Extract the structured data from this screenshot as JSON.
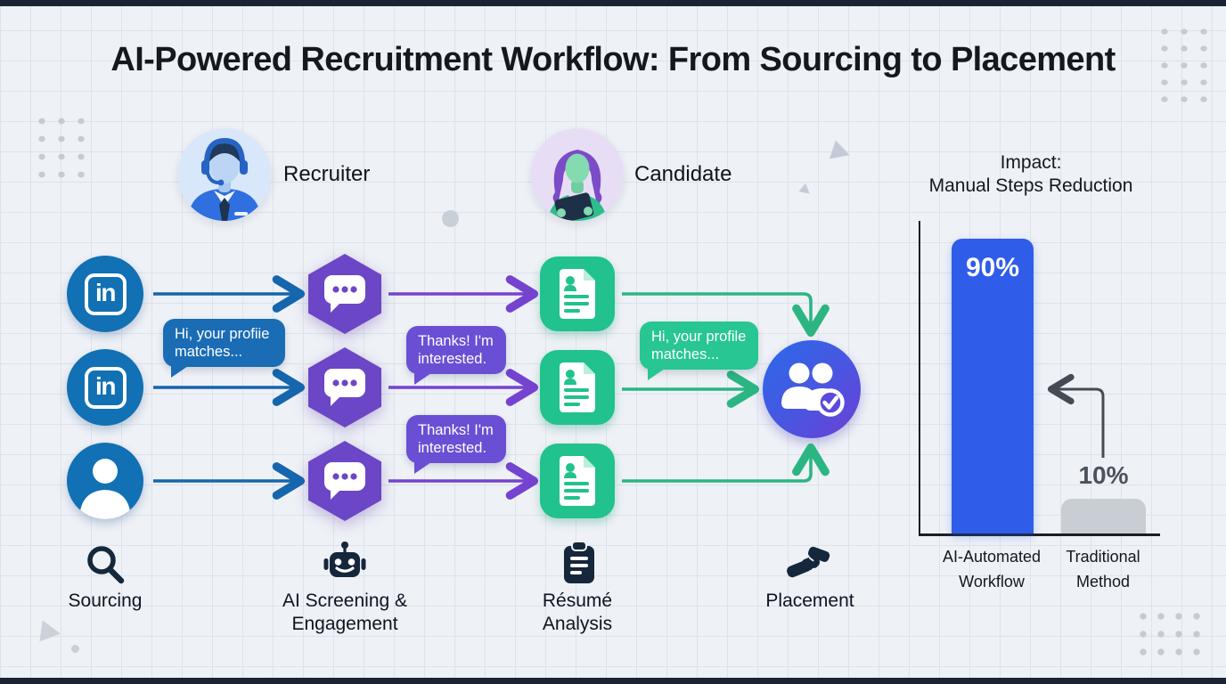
{
  "title": "AI-Powered Recruitment Workflow: From Sourcing to Placement",
  "actors": {
    "recruiter": {
      "label": "Recruiter"
    },
    "candidate": {
      "label": "Candidate"
    }
  },
  "sources": {
    "linkedin_glyph": "in"
  },
  "bubbles": {
    "recruiter_msg": "Hi, your profiie\nmatches...",
    "candidate_msg": "Thanks! I'm\ninterested.",
    "candidate_msg2": "Thanks! I'm\ninterested.",
    "offer_msg": "Hi, your profile\nmatches..."
  },
  "stages": [
    {
      "label": "Sourcing",
      "icon": "magnifier-icon"
    },
    {
      "label": "AI Screening &\nEngagement",
      "icon": "robot-icon"
    },
    {
      "label": "Résumé\nAnalysis",
      "icon": "clipboard-icon"
    },
    {
      "label": "Placement",
      "icon": "handshake-icon"
    }
  ],
  "chart": {
    "title": "Impact:\nManual Steps Reduction",
    "bars": [
      {
        "value_label": "90%",
        "label": "AI-Automated\nWorkflow",
        "color": "#2f5ce8"
      },
      {
        "value_label": "10%",
        "label": "Traditional\nMethod",
        "color": "#c9cdd4"
      }
    ]
  },
  "chart_data": {
    "type": "bar",
    "title": "Impact: Manual Steps Reduction",
    "categories": [
      "AI-Automated Workflow",
      "Traditional Method"
    ],
    "values": [
      90,
      10
    ],
    "value_labels": [
      "90%",
      "10%"
    ],
    "xlabel": "",
    "ylabel": "",
    "ylim": [
      0,
      100
    ],
    "bar_colors": [
      "#2f5ce8",
      "#c9cdd4"
    ],
    "grid": false,
    "legend": "none"
  },
  "colors": {
    "linkedin_blue": "#1270b4",
    "arrow_blue": "#1566ac",
    "hex_purple": "#6b46c6",
    "arrow_purple": "#7443cf",
    "doc_green": "#21c28d",
    "arrow_green": "#2bb583",
    "bubble_blue": "#1a6cb5",
    "bubble_purple": "#6a4fd4",
    "bubble_green": "#27c693",
    "bar_blue": "#2f5ce8",
    "bar_gray": "#c9cdd4",
    "icon_navy": "#15273a",
    "placement_gradient_start": "#2a6aea",
    "placement_gradient_end": "#6d3fd6"
  }
}
